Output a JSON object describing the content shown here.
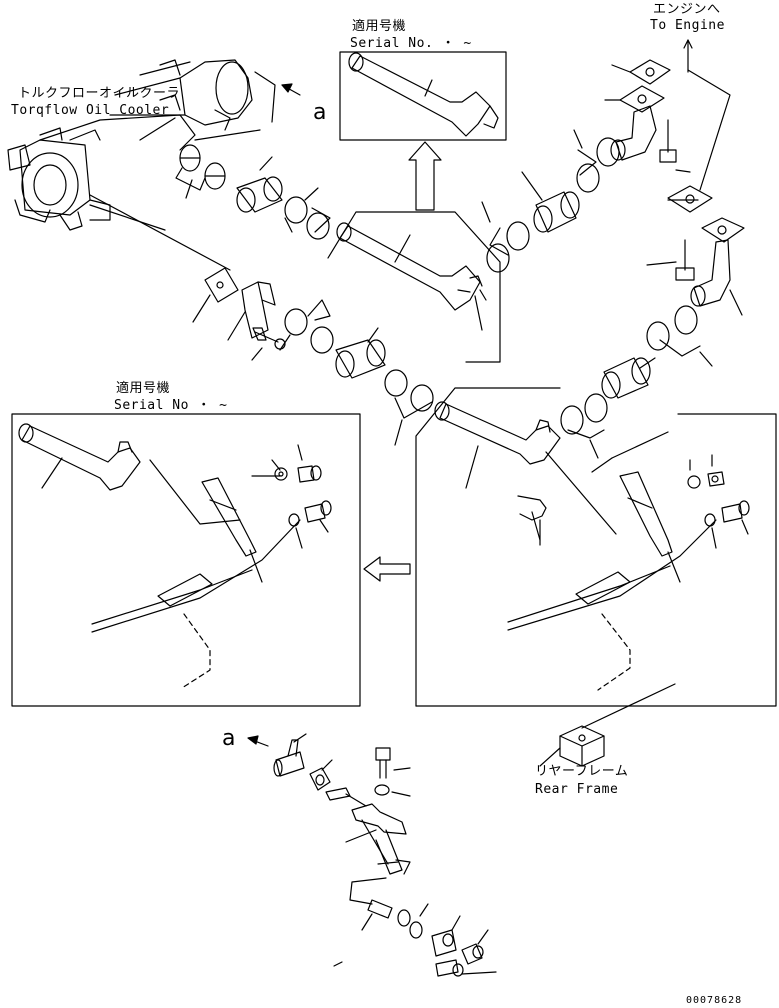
{
  "labels": {
    "cooler_jp": "トルクフローオイルクーラ",
    "cooler_en": "Torqflow Oil Cooler",
    "engine_jp": "エンジンへ",
    "engine_en": "To Engine",
    "serial_top_jp": "適用号機",
    "serial_top_en": "Serial No. ・ ~",
    "serial_left_jp": "適用号機",
    "serial_left_en": "Serial No ・ ~",
    "rear_frame_jp": "リヤーフレーム",
    "rear_frame_en": "Rear Frame",
    "ref_a_top": "a",
    "ref_a_bottom": "a",
    "drawing_number": "00078628"
  },
  "colors": {
    "line": "#000000",
    "background": "#ffffff"
  }
}
